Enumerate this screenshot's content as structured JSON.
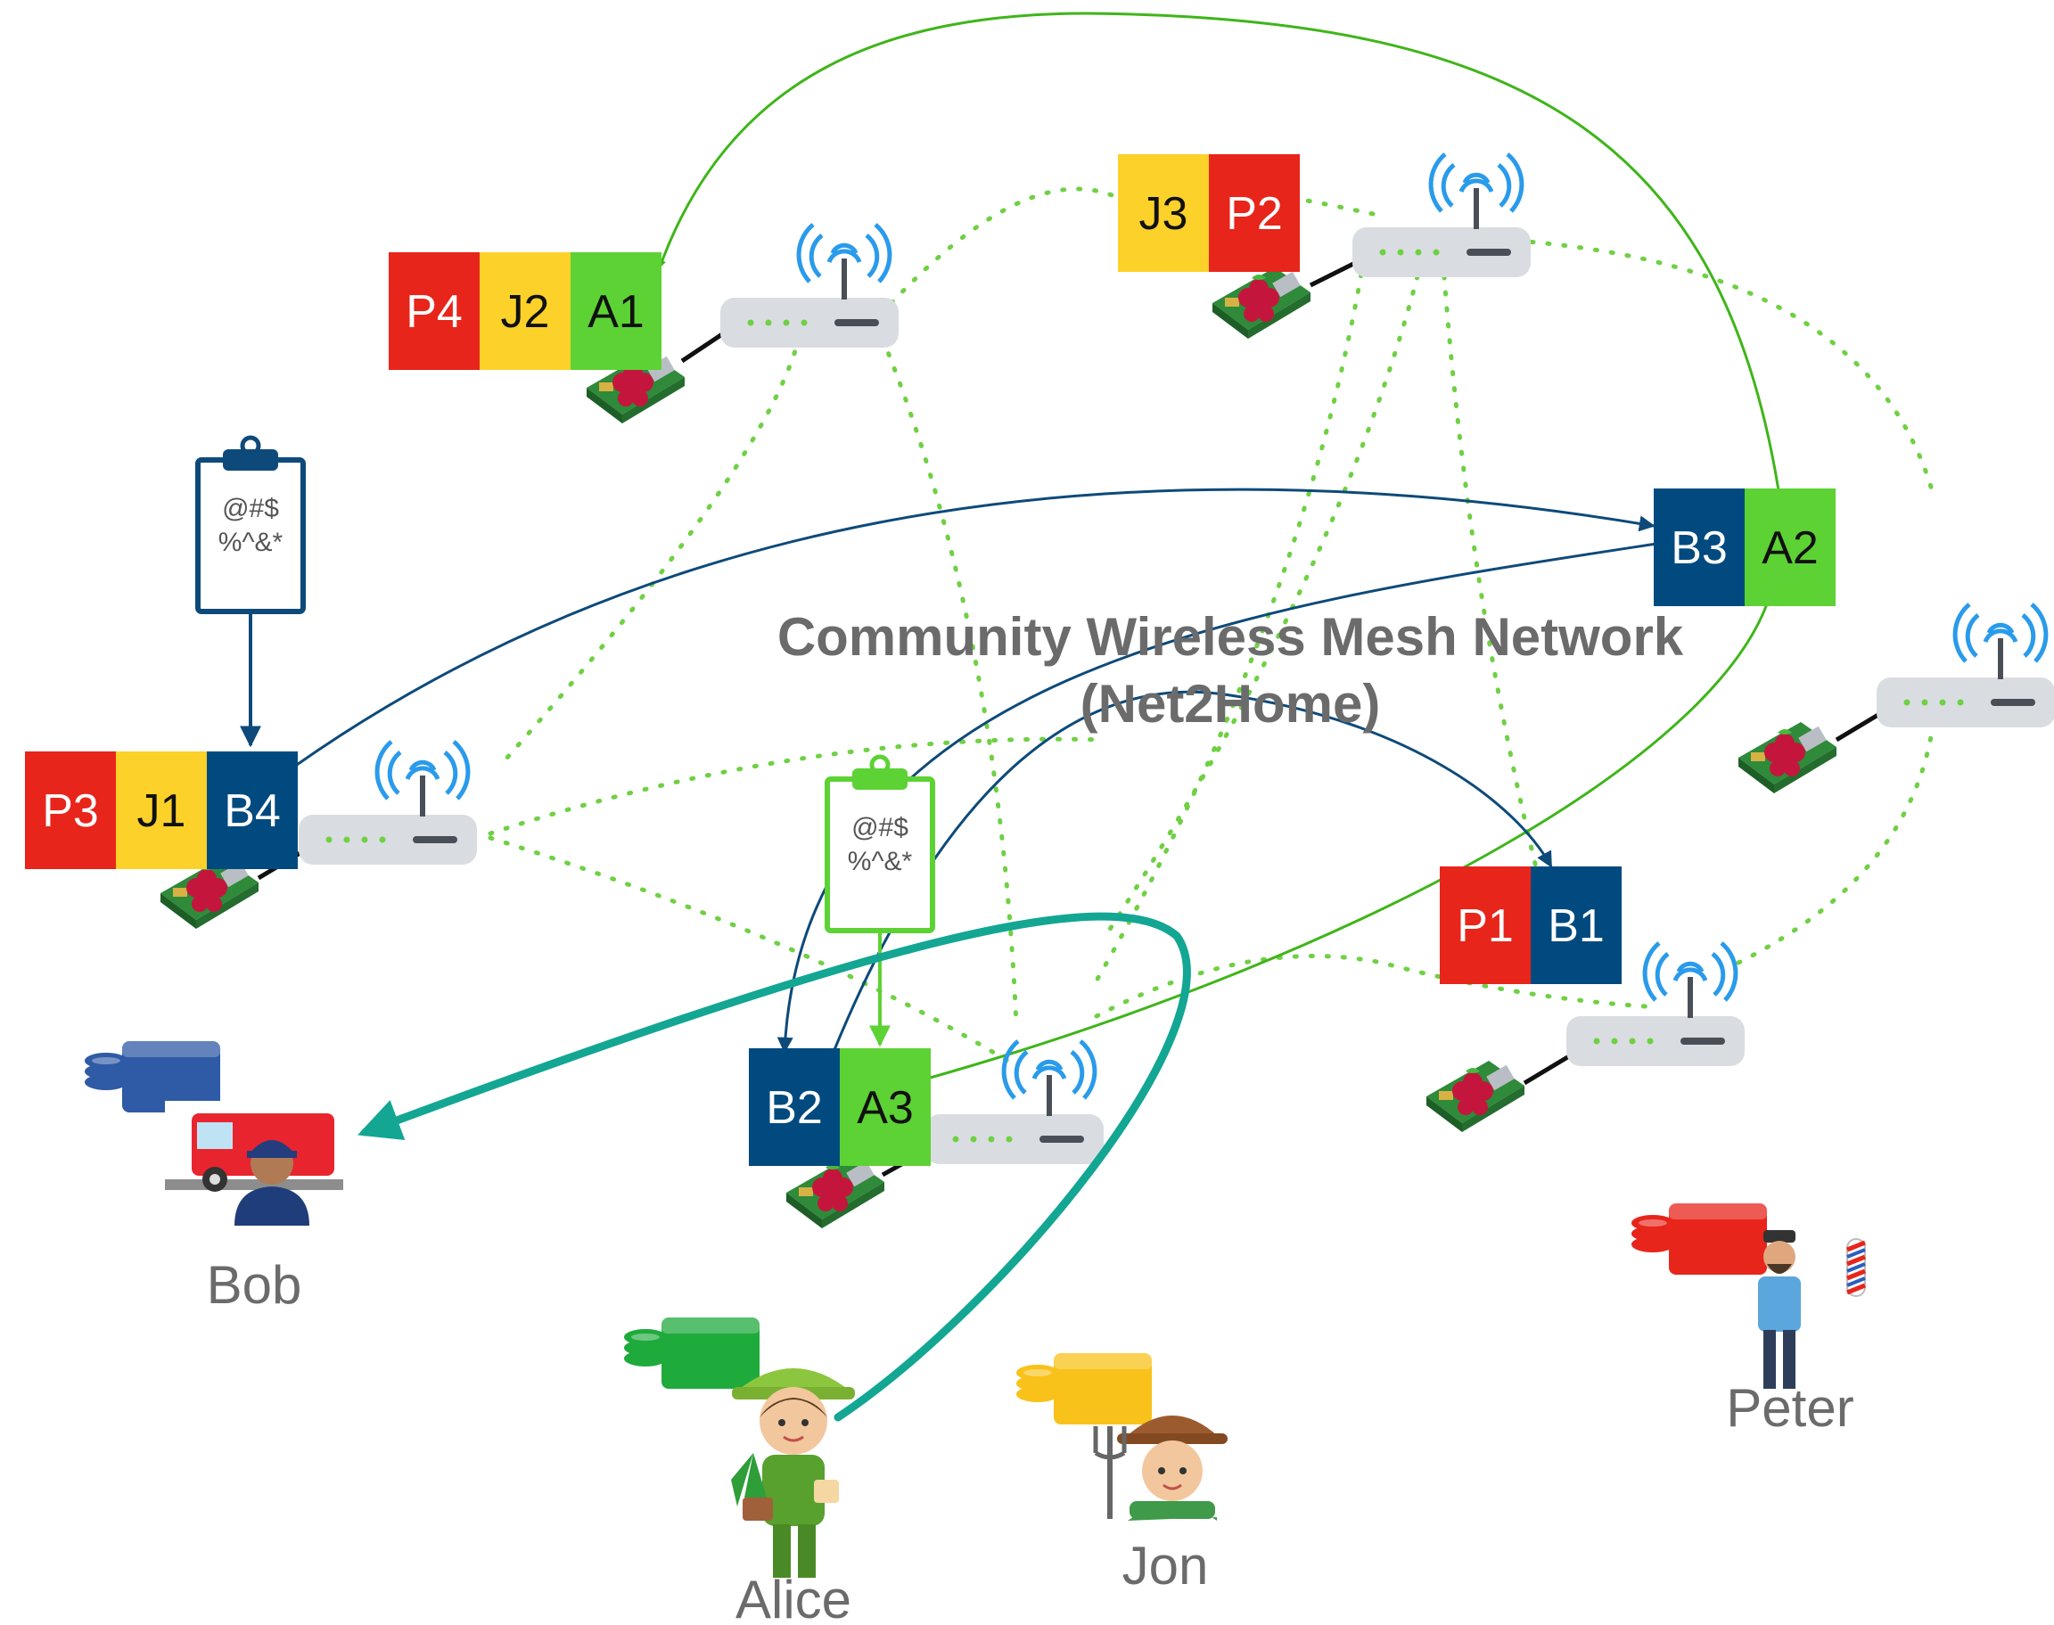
{
  "title": {
    "line1": "Community Wireless Mesh Network",
    "line2": "(Net2Home)"
  },
  "colors": {
    "peter": "#e8251b",
    "jon": "#fcd12a",
    "alice": "#5dd234",
    "bob": "#004a7f",
    "mesh_link": "#6fd043",
    "flow_green": "#3fb51a",
    "flow_blue": "#0d4a7a",
    "payment": "#13a693",
    "router": "#d9dde1",
    "wifi": "#2a9bea",
    "label_gray": "#6b6b6b"
  },
  "clipboards": [
    {
      "id": "clipboard-bob",
      "line1": "@#$",
      "line2": "%^&*",
      "color": "#0d4a7a"
    },
    {
      "id": "clipboard-alice",
      "line1": "@#$",
      "line2": "%^&*",
      "color": "#5dd234"
    }
  ],
  "nodes": [
    {
      "id": "node-1",
      "tiles": [
        {
          "label": "P4",
          "owner": "peter"
        },
        {
          "label": "J2",
          "owner": "jon"
        },
        {
          "label": "A1",
          "owner": "alice"
        }
      ]
    },
    {
      "id": "node-2",
      "tiles": [
        {
          "label": "J3",
          "owner": "jon"
        },
        {
          "label": "P2",
          "owner": "peter"
        }
      ]
    },
    {
      "id": "node-3",
      "tiles": [
        {
          "label": "B3",
          "owner": "bob"
        },
        {
          "label": "A2",
          "owner": "alice"
        }
      ]
    },
    {
      "id": "node-4",
      "tiles": [
        {
          "label": "P3",
          "owner": "peter"
        },
        {
          "label": "J1",
          "owner": "jon"
        },
        {
          "label": "B4",
          "owner": "bob"
        }
      ]
    },
    {
      "id": "node-5",
      "tiles": [
        {
          "label": "P1",
          "owner": "peter"
        },
        {
          "label": "B1",
          "owner": "bob"
        }
      ]
    },
    {
      "id": "node-6",
      "tiles": [
        {
          "label": "B2",
          "owner": "bob"
        },
        {
          "label": "A3",
          "owner": "alice"
        }
      ]
    }
  ],
  "people": [
    {
      "id": "bob",
      "name": "Bob",
      "wallet_color": "#2f5aa6",
      "icon": "delivery-driver-icon"
    },
    {
      "id": "alice",
      "name": "Alice",
      "wallet_color": "#1faa3c",
      "icon": "gardener-icon"
    },
    {
      "id": "jon",
      "name": "Jon",
      "wallet_color": "#f8c21a",
      "icon": "farmer-icon"
    },
    {
      "id": "peter",
      "name": "Peter",
      "wallet_color": "#e8251b",
      "icon": "barber-icon"
    }
  ]
}
